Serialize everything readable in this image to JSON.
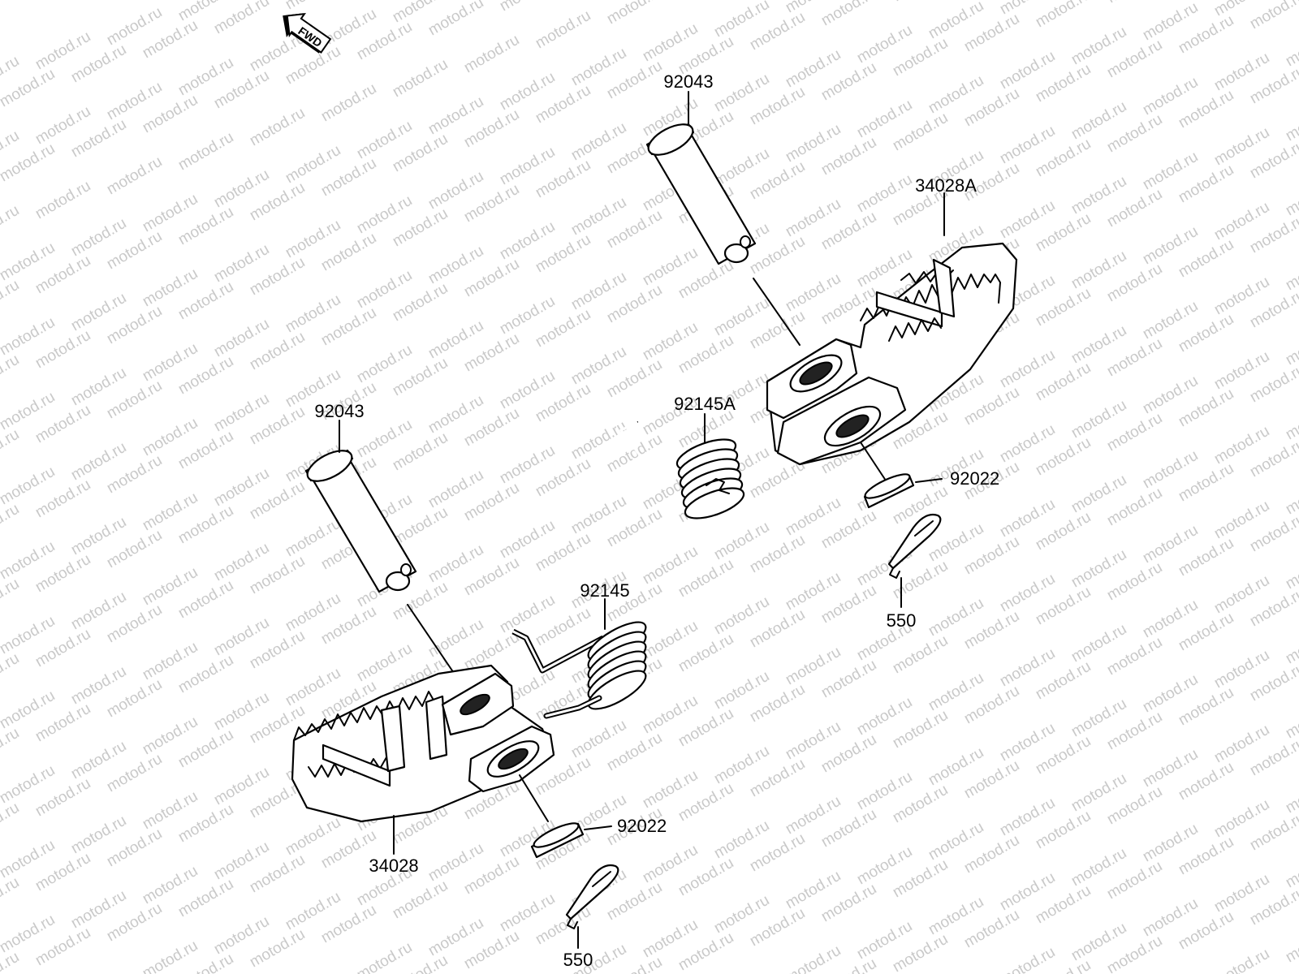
{
  "diagram": {
    "watermark": "motod.ru",
    "fwd_label": "FWD",
    "labels": {
      "pin_upper": "92043",
      "pin_lower": "92043",
      "footpeg_right": "34028A",
      "footpeg_left": "34028",
      "spring_right": "92145A",
      "spring_left": "92145",
      "washer_right": "92022",
      "washer_left": "92022",
      "cotter_right": "550",
      "cotter_left": "550"
    }
  }
}
